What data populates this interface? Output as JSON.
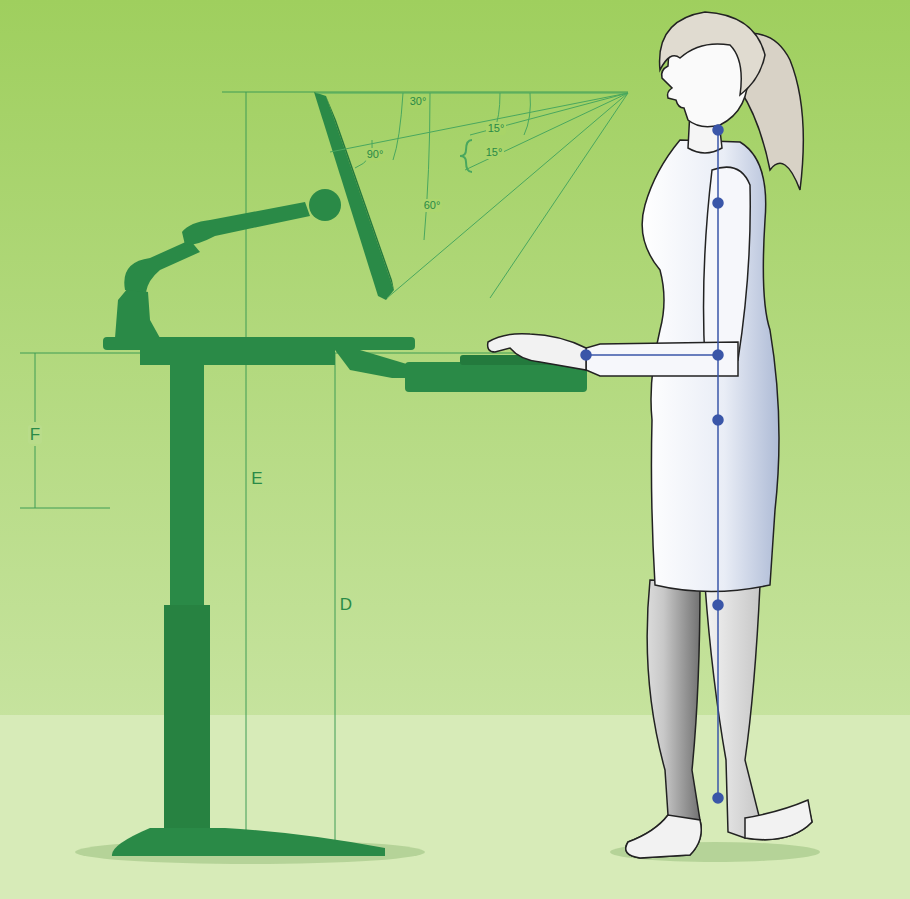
{
  "diagram": {
    "labels": [
      "F",
      "E",
      "D",
      "30°",
      "90°",
      "15°",
      "15°",
      "60°"
    ]
  }
}
